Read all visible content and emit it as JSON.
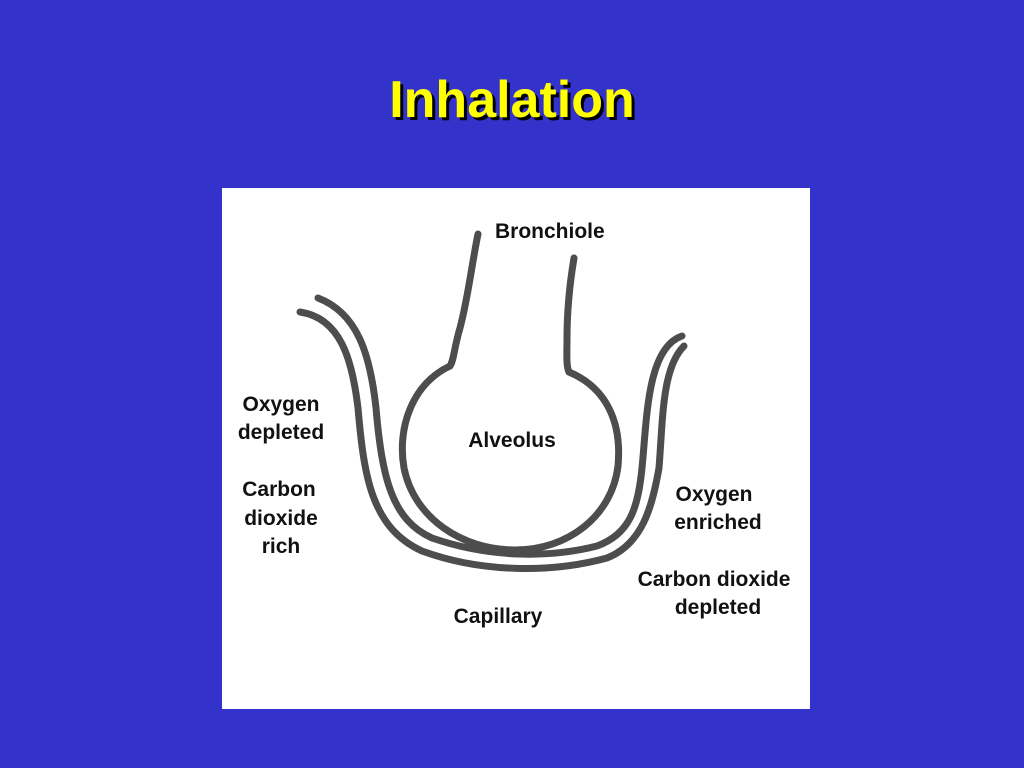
{
  "slide": {
    "title": "Inhalation",
    "background_color": "#3333cc",
    "title_color": "#ffff00"
  },
  "diagram": {
    "labels": {
      "bronchiole": "Bronchiole",
      "alveolus": "Alveolus",
      "capillary": "Capillary",
      "left_oxygen_line1": "Oxygen",
      "left_oxygen_line2": "depleted",
      "left_co2_line1": "Carbon",
      "left_co2_line2": "dioxide",
      "left_co2_line3": "rich",
      "right_oxygen_line1": "Oxygen",
      "right_oxygen_line2": "enriched",
      "right_co2_line1": "Carbon dioxide",
      "right_co2_line2": "depleted"
    }
  }
}
